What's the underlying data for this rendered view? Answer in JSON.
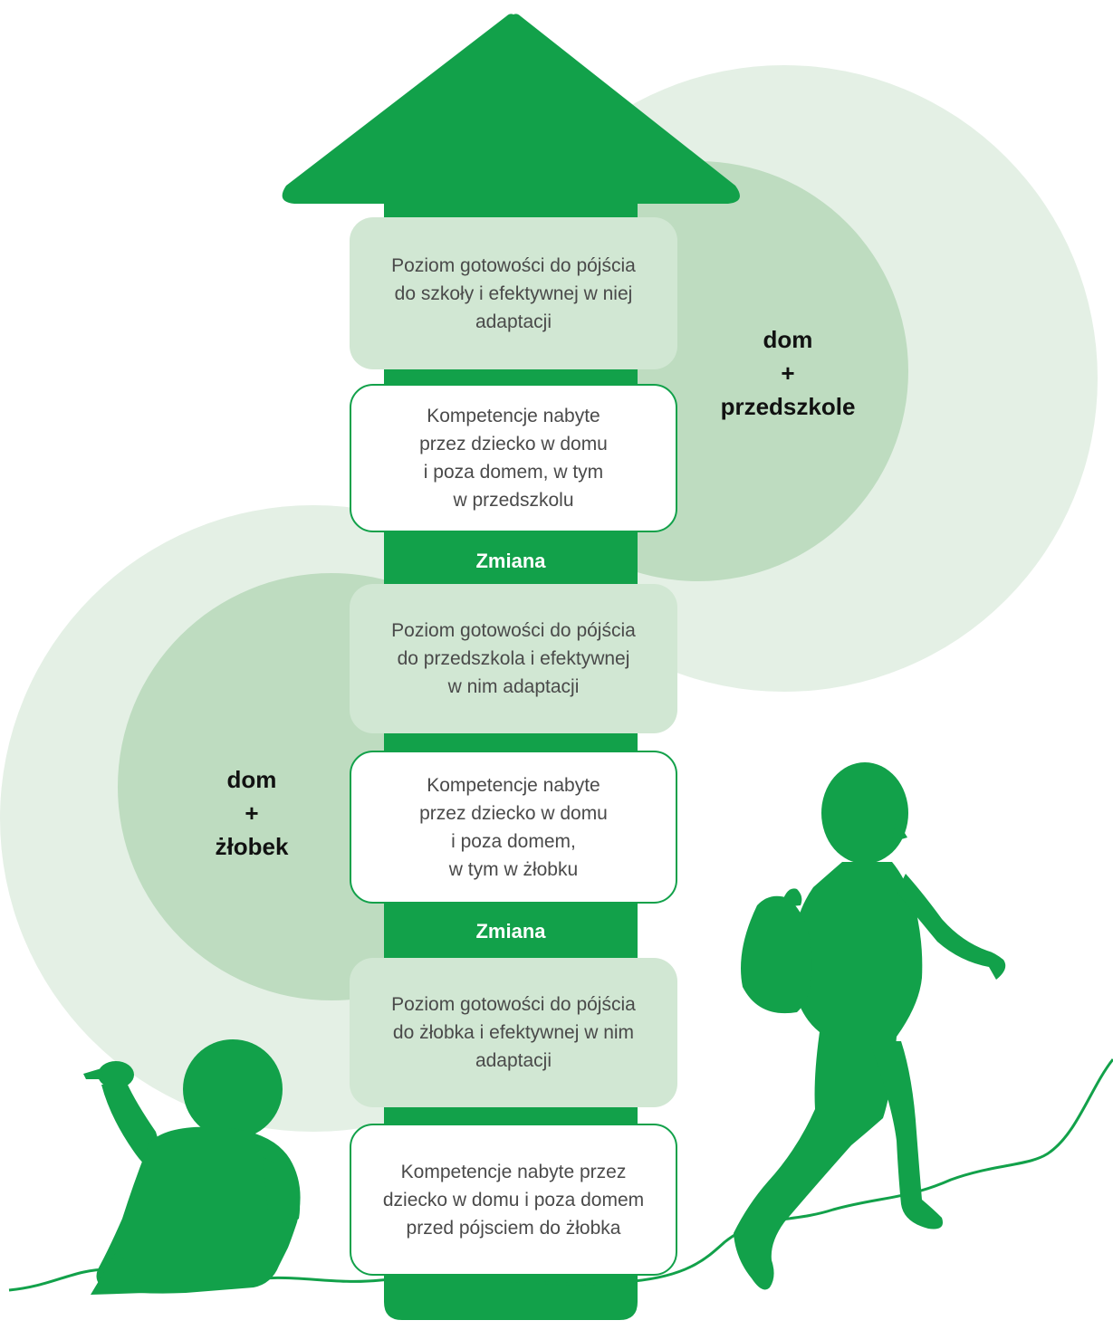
{
  "colors": {
    "arrow": "#12a14a",
    "circle_outer": "#e4f0e5",
    "circle_inner": "#bedcc0",
    "box_light": "#d1e7d3",
    "box_white": "#ffffff",
    "silhouette": "#12a14a"
  },
  "levels": [
    {
      "type": "readiness",
      "text": "Poziom gotowości do pójścia\ndo szkoły i efektywnej w niej\nadaptacji"
    },
    {
      "type": "competence",
      "text": "Kompetencje nabyte\nprzez dziecko w domu\ni poza domem, w tym\nw przedszkolu"
    },
    {
      "type": "change",
      "text": "Zmiana"
    },
    {
      "type": "readiness",
      "text": "Poziom gotowości do pójścia\ndo przedszkola i efektywnej\nw nim adaptacji"
    },
    {
      "type": "competence",
      "text": "Kompetencje nabyte\nprzez dziecko w domu\ni poza domem,\nw tym w żłobku"
    },
    {
      "type": "change",
      "text": "Zmiana"
    },
    {
      "type": "readiness",
      "text": "Poziom gotowości do pójścia\ndo żłobka i efektywnej w nim\nadaptacji"
    },
    {
      "type": "competence",
      "text": "Kompetencje nabyte przez\ndziecko w domu i poza domem\nprzed pójsciem do żłobka"
    }
  ],
  "zones": {
    "upper": {
      "line1": "dom",
      "line2": "+",
      "line3": "przedszkole"
    },
    "lower": {
      "line1": "dom",
      "line2": "+",
      "line3": "żłobek"
    }
  },
  "icons": {
    "toddler": "sitting-toddler-silhouette",
    "child": "walking-child-with-backpack-silhouette"
  }
}
